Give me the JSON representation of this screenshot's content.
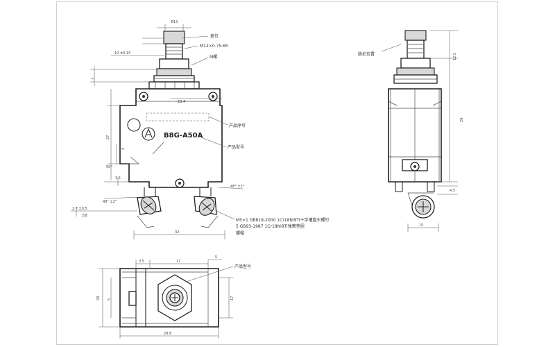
{
  "labels": {
    "reset": "复位",
    "thread": "M12×0.75-6h",
    "nut": "M螺",
    "product_number": "产品序号",
    "product_model": "产品型号",
    "trip_position": "脱扣位置",
    "model_bottom": "产品型号",
    "note_line1": "M5×1 GB818-2000 1Cr18Ni9Ti十字槽盘头螺钉",
    "note_line2": "5 GB93-1987 1Cr18Ni9Ti弹簧垫圈",
    "note_line3": "螺帽"
  },
  "brand_mark": "B8G-A50A",
  "dimensions": {
    "top_diameter": "Φ13",
    "left_top": "10 ±0.15",
    "body_width": "18.4",
    "left_upper": "3",
    "left_mid": "27",
    "left_small": "4",
    "angle_left": "50°",
    "terminal_left": "3.5",
    "angle_term_left": "48° ±2°",
    "angle_term_right": "48° ±2°",
    "screw_dim": "2.7 ±0.5",
    "screw_note": "2处",
    "bottom_width": "32",
    "right_height": "29",
    "right_top": "12.5",
    "side_bottom": "4.5",
    "side_width": "15",
    "plan_a": "3.5",
    "plan_b": "17",
    "plan_c": "5",
    "plan_left": "28",
    "plan_right": "17",
    "plan_bottom": "28.8",
    "plan_small": "5"
  }
}
